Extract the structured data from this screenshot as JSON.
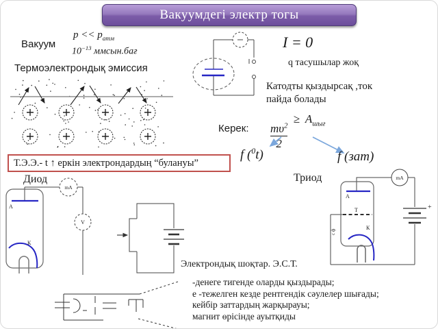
{
  "title": "Вакуумдегі электр тогы",
  "vacuum": {
    "label": "Вакуум",
    "pressure_main": "p << p",
    "pressure_sub": "атм",
    "mag_base": "10",
    "mag_exp": "−13",
    "mag_unit": " ммсын.бағ",
    "emission_heading": "Термоэлектрондық эмиссия"
  },
  "no_current": {
    "formula": "I = 0",
    "carriers": "q тасушылар жоқ",
    "note_line1": "Катодты қыздырсақ ,ток",
    "note_line2": "пайда болады"
  },
  "condition": {
    "label": "Керек:",
    "frac_num": "mυ",
    "frac_num_sup": "2",
    "frac_den": "2",
    "geq": "≥",
    "work_base": "A",
    "work_sub": "шығ",
    "f_temp_pre": "f (",
    "f_temp_sup": "0",
    "f_temp_post": "t)",
    "f_material": "f (зат)"
  },
  "tee_definition": "Т.Э.Э.- t ↑ еркін электрондардың “булануы”",
  "diode": {
    "label": "Диод",
    "anode": "А",
    "cathode": "К",
    "milliammeter": "mA",
    "voltmeter": "V"
  },
  "triode": {
    "label": "Триод",
    "anode": "А",
    "grid": "Т",
    "cathode": "К",
    "side_label": "с ф",
    "milliammeter": "mA",
    "battery_plus": "+"
  },
  "beams": {
    "heading": "Электрондық шоқтар. Э.С.Т.",
    "items": [
      "-денеге тигенде оларды қыздырады;",
      "е -тежелген кезде  рентгендік сәулелер шығады;",
      "кейбір заттардың жарқырауы;",
      "магнит өрісінде ауытқиды"
    ]
  },
  "colors": {
    "accent_purple": "#7b5ca8",
    "electrode_blue": "#2626c4",
    "arrow_blue": "#7ba7dc",
    "box_red": "#c0504d"
  }
}
